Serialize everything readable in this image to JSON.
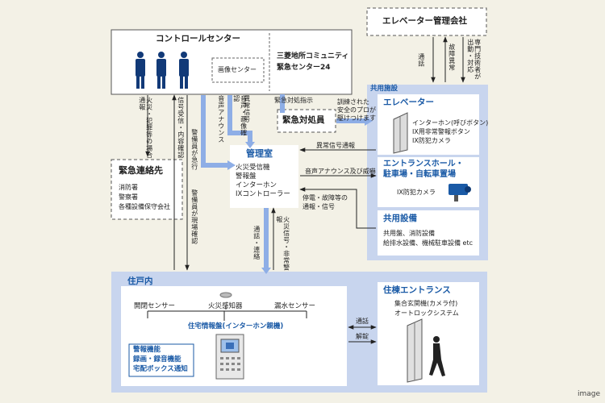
{
  "control_center": {
    "title": "コントロールセンター",
    "image_center": "画像センター",
    "emergency_center_line1": "三菱地所コミュニティ",
    "emergency_center_line2": "緊急センター24"
  },
  "elevator_company": {
    "title": "エレベーター管理会社",
    "link_call": "通話",
    "link_fault": "故障異常",
    "link_dispatch": "専門技術者が出動・対応"
  },
  "shared_facilities": {
    "label": "共用施設",
    "elevator": {
      "title": "エレベーター",
      "items": [
        "インターホン(呼びボタン)",
        "IX用非常警報ボタン",
        "IX防犯カメラ"
      ]
    },
    "entrance": {
      "title_line1": "エントランスホール・",
      "title_line2": "駐車場・自転車置場",
      "camera": "IX防犯カメラ"
    },
    "equipment": {
      "title": "共用設備",
      "line1": "共用盤、消防設備",
      "line2": "給排水設備、機械駐車設備 etc"
    }
  },
  "emergency_staff": {
    "title": "緊急対処員",
    "dispatch_order": "緊急対処指示",
    "trained_note_line1": "訓練された",
    "trained_note_line2": "安全のプロが",
    "trained_note_line3": "駆けつけます"
  },
  "management_room": {
    "title": "管理室",
    "items": [
      "火災受信機",
      "警報盤",
      "インターホン",
      "IXコントローラー"
    ]
  },
  "emergency_contacts": {
    "title": "緊急連絡先",
    "items": [
      "消防署",
      "警察署",
      "各種設備保守会社"
    ]
  },
  "dwelling": {
    "label": "住戸内",
    "sensors": [
      "開閉センサー",
      "火災感知器",
      "漏水センサー"
    ],
    "panel_title": "住宅情報盤(インターホン親機)",
    "features": [
      "警報機能",
      "録画・録音機能",
      "宅配ボックス通知"
    ]
  },
  "building_entrance": {
    "title": "住棟エントランス",
    "line1": "集合玄関機(カメラ付)",
    "line2": "オートロックシステム",
    "link_call": "通話",
    "link_unlock": "解錠"
  },
  "links": {
    "fire_crime_report": "火災・犯罪等の場合通報",
    "signal_confirm": "信号受信・内容確認",
    "guard_rush": "警備員が急行",
    "guard_confirm": "警備員が現場確認",
    "voice_announce": "音声アナウンス",
    "voice_image_confirm": "音声・画像確認",
    "abnormal_signal_1": "異常信号",
    "abnormal_report": "異常信号通報",
    "voice_threat": "音声アナウンス及び威嚇",
    "outage_report_line1": "停電・故障等の",
    "outage_report_line2": "通報・信号",
    "call_contact": "通話・連絡",
    "fire_signal": "火災信号・非常警報"
  },
  "watermark": "image"
}
